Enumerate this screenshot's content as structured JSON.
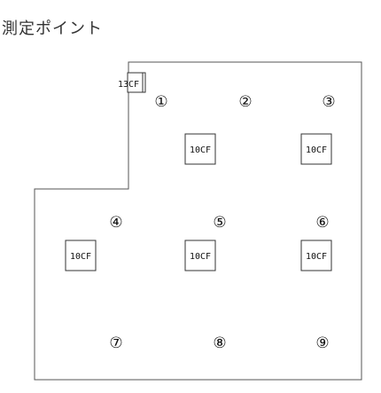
{
  "title": "測定ポイント",
  "small_unit": {
    "label": "13CF"
  },
  "units": [
    {
      "id": "unit-1",
      "label": "10CF"
    },
    {
      "id": "unit-2",
      "label": "10CF"
    },
    {
      "id": "unit-3",
      "label": "10CF"
    },
    {
      "id": "unit-4",
      "label": "10CF"
    },
    {
      "id": "unit-5",
      "label": "10CF"
    }
  ],
  "points": [
    {
      "label": "①"
    },
    {
      "label": "②"
    },
    {
      "label": "③"
    },
    {
      "label": "④"
    },
    {
      "label": "⑤"
    },
    {
      "label": "⑥"
    },
    {
      "label": "⑦"
    },
    {
      "label": "⑧"
    },
    {
      "label": "⑨"
    }
  ]
}
